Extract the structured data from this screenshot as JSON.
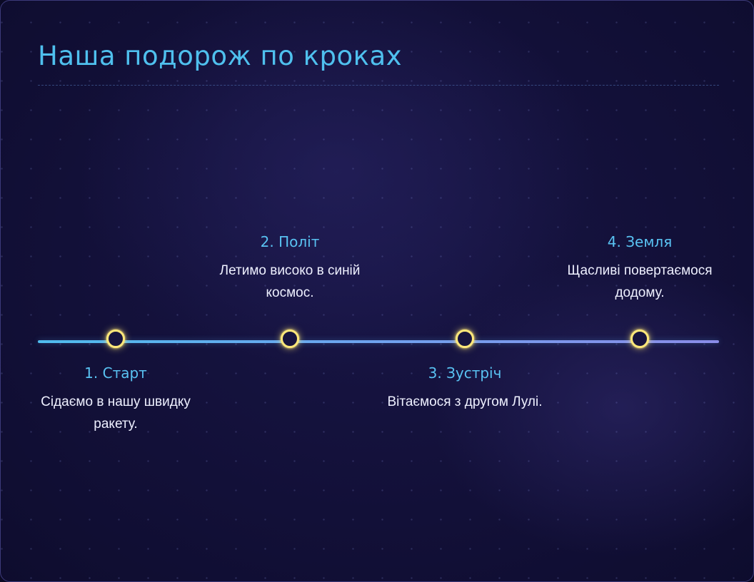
{
  "slide": {
    "title": "Наша подорож по кроках"
  },
  "timeline": {
    "steps": [
      {
        "title": "1. Старт",
        "text": "Сідаємо в нашу швидку ракету."
      },
      {
        "title": "2. Політ",
        "text": "Летимо високо в синій космос."
      },
      {
        "title": "3. Зустріч",
        "text": "Вітаємося з другом Лулі."
      },
      {
        "title": "4. Земля",
        "text": "Щасливі повертаємося додому."
      }
    ]
  },
  "colors": {
    "background": "#100e33",
    "title": "#4fc0ee",
    "step_title": "#59c2f2",
    "step_text": "#eef0ff",
    "node_ring": "#ffe87a",
    "track_start": "#4fbcee",
    "track_end": "#8a8ce8"
  }
}
